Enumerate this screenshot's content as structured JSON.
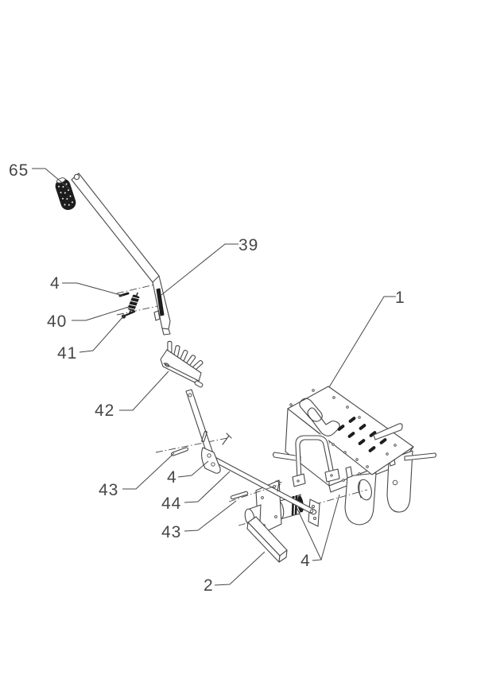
{
  "diagram": {
    "kind": "exploded-parts-drawing",
    "background_color": "#ffffff",
    "line_color": "#474747",
    "grip_color": "#1d1d1d",
    "callouts": [
      {
        "id": "callout-65",
        "text": "65"
      },
      {
        "id": "callout-39",
        "text": "39"
      },
      {
        "id": "callout-4-top",
        "text": "4"
      },
      {
        "id": "callout-40",
        "text": "40"
      },
      {
        "id": "callout-41",
        "text": "41"
      },
      {
        "id": "callout-42",
        "text": "42"
      },
      {
        "id": "callout-43-left",
        "text": "43"
      },
      {
        "id": "callout-4-mid",
        "text": "4"
      },
      {
        "id": "callout-44",
        "text": "44"
      },
      {
        "id": "callout-43-low",
        "text": "43"
      },
      {
        "id": "callout-2",
        "text": "2"
      },
      {
        "id": "callout-4-bot",
        "text": "4"
      },
      {
        "id": "callout-1",
        "text": "1"
      }
    ]
  }
}
